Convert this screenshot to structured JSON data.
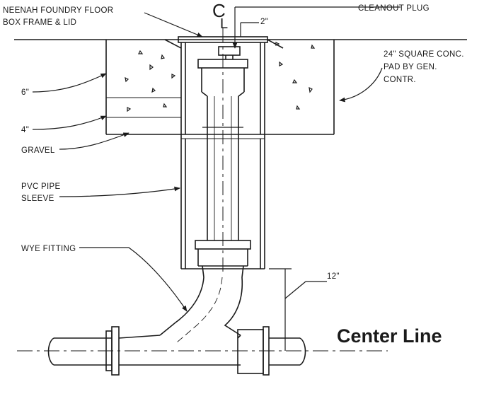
{
  "labels": {
    "frame_line1": "NEENAH FOUNDRY FLOOR",
    "frame_line2": "BOX FRAME & LID",
    "cleanout_plug": "CLEANOUT PLUG",
    "dim_2in": "2\"",
    "pad_line1": "24\" SQUARE CONC.",
    "pad_line2": "PAD BY GEN.",
    "pad_line3": "CONTR.",
    "dim_6in": "6\"",
    "dim_4in": "4\"",
    "gravel": "GRAVEL",
    "sleeve_line1": "PVC PIPE",
    "sleeve_line2": "SLEEVE",
    "wye": "WYE FITTING",
    "dim_12in": "12\"",
    "center_line": "Center Line",
    "cl_symbol_c": "C",
    "cl_symbol_l": "L"
  },
  "colors": {
    "line": "#1a1a1a",
    "background": "#ffffff"
  }
}
